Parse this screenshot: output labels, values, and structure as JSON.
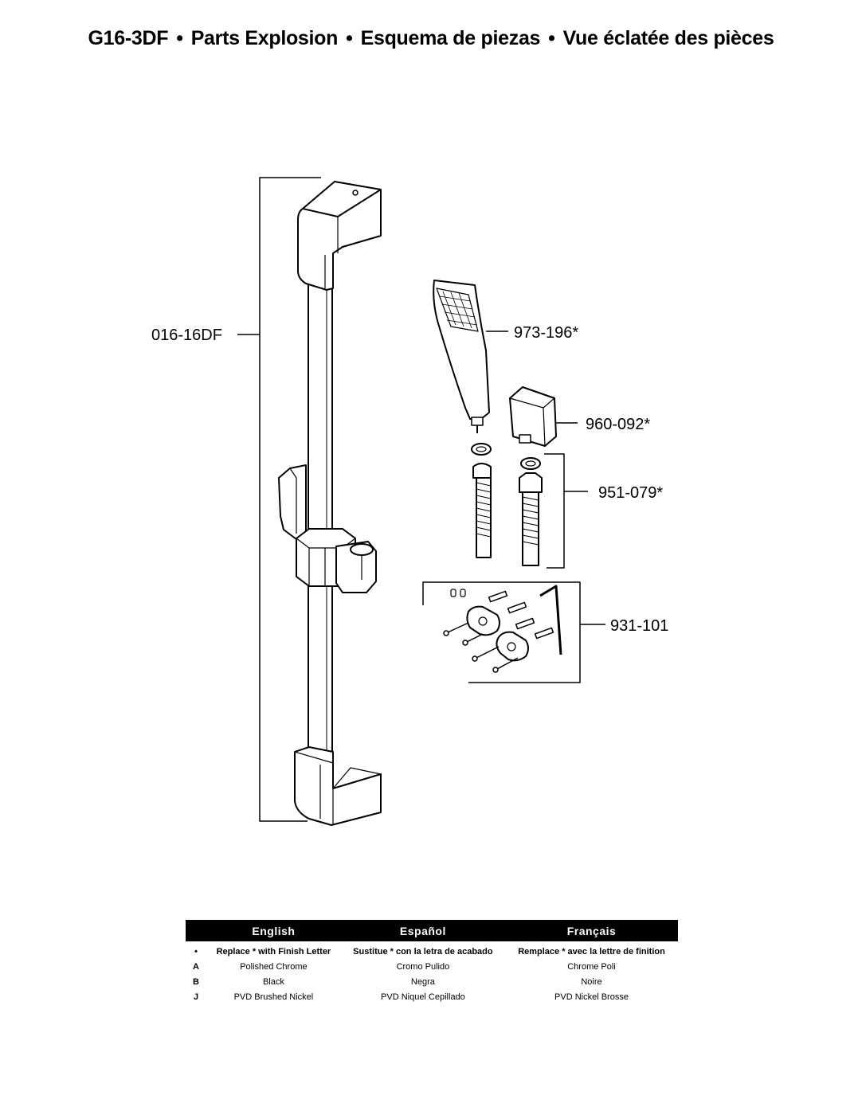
{
  "title": {
    "model": "G16-3DF",
    "separator": "•",
    "english": "Parts Explosion",
    "spanish": "Esquema de piezas",
    "french": "Vue éclatée des pièces"
  },
  "parts": {
    "slide_bar": "016-16DF",
    "hand_shower": "973-196*",
    "wall_supply": "960-092*",
    "hose": "951-079*",
    "mounting_kit": "931-101"
  },
  "legend": {
    "headers": [
      "English",
      "Español",
      "Français"
    ],
    "rows": [
      {
        "code": "•",
        "english": "Replace * with Finish Letter",
        "spanish": "Sustitue * con la letra de acabado",
        "french": "Remplace * avec la lettre de finition"
      },
      {
        "code": "A",
        "english": "Polished Chrome",
        "spanish": "Cromo Pulido",
        "french": "Chrome Poli"
      },
      {
        "code": "B",
        "english": "Black",
        "spanish": "Negra",
        "french": "Noire"
      },
      {
        "code": "J",
        "english": "PVD Brushed Nickel",
        "spanish": "PVD Niquel Cepillado",
        "french": "PVD Nickel Brosse"
      }
    ]
  }
}
